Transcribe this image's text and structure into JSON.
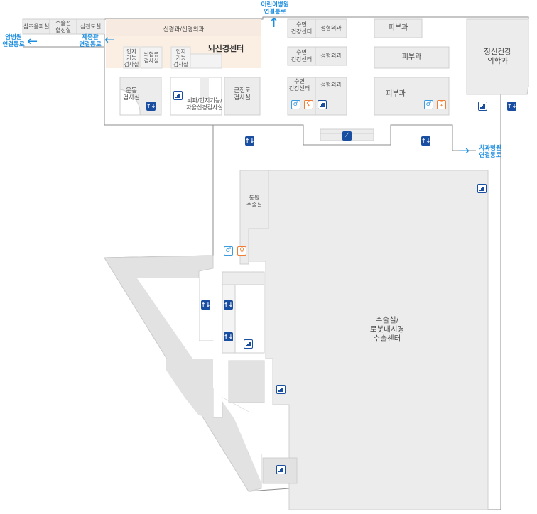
{
  "colors": {
    "wall": "#8d8d8d",
    "room_fill": "#ececec",
    "highlight_fill": "#fbeee2",
    "link_text": "#1e8fe0",
    "elevator": "#1a4ea0",
    "restroom_male": "#3a9be0",
    "restroom_female": "#ef7d33"
  },
  "top_rooms": {
    "ultrasound": "심초음파실",
    "cardiac_cath": "수술전\n혈진실",
    "ecg": "심전도실"
  },
  "neuro": {
    "header": "신경과/신경외과",
    "center_name": "뇌신경센터",
    "cognitive_1": "인지\n기능\n검사실",
    "cerebral_blood_flow": "뇌혈류\n검사실",
    "cognitive_2": "인지\n기능\n검사실",
    "motor_test": "운동\n검사실",
    "eeg_autonomic": "뇌파/인지기능/\n자율신경검사실",
    "emg": "근전도\n검사실"
  },
  "sleep_plastic": {
    "sleep_center": "수면\n건강센터",
    "plastic_surgery": "성형외과"
  },
  "dermatology": "피부과",
  "psychiatry": "정신건강\n의학과",
  "operating_rooms": {
    "day_surgery": "통원\n수술실",
    "main": "수술실/\n로봇내시경\n수술센터"
  },
  "connections": {
    "cancer_hospital": "암병원\n연결통로",
    "jejung_hall": "제중관\n연결통로",
    "childrens_hospital": "어린이병원\n연결통로",
    "dental_hospital": "치과병원\n연결통로"
  },
  "icons": {
    "arrow": "arrow-icon",
    "elevator": "elevator-icon",
    "stairs": "stairs-icon",
    "escalator": "escalator-icon",
    "restroom_male": "restroom-male-icon",
    "restroom_female": "restroom-female-icon"
  }
}
